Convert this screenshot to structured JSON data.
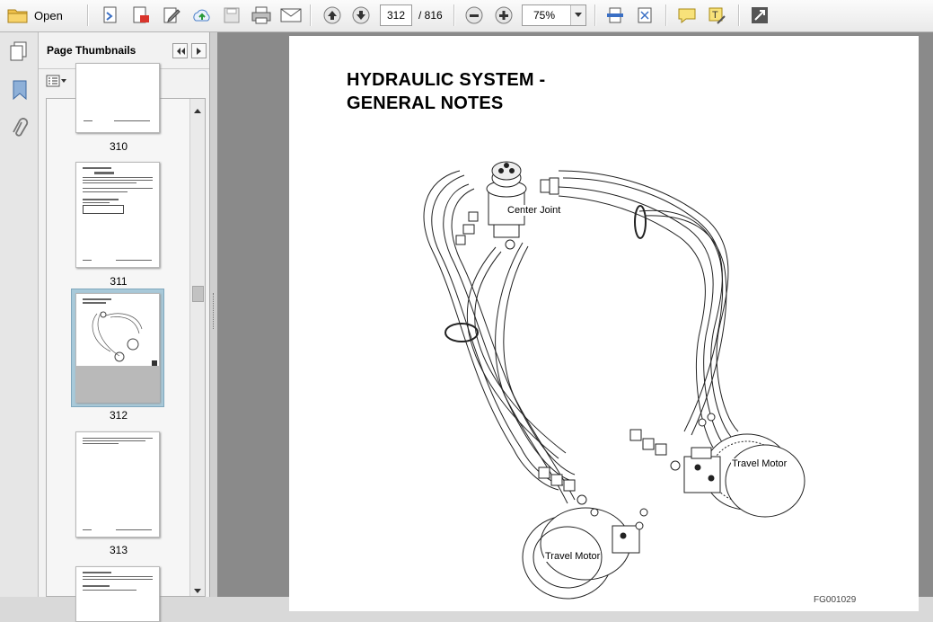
{
  "toolbar": {
    "open_label": "Open",
    "current_page": "312",
    "page_total": "/ 816",
    "zoom_value": "75%"
  },
  "thumbnails_panel": {
    "title": "Page Thumbnails",
    "pages": [
      {
        "label": "310"
      },
      {
        "label": "311"
      },
      {
        "label": "312",
        "selected": true
      },
      {
        "label": "313"
      }
    ]
  },
  "document": {
    "title_line_1": "HYDRAULIC SYSTEM -",
    "title_line_2": "GENERAL NOTES",
    "labels": {
      "center_joint": "Center Joint",
      "travel_motor_right": "Travel Motor",
      "travel_motor_left": "Travel Motor"
    },
    "figure_id": "FG001029"
  },
  "colors": {
    "toolbar_bg": "#efefef",
    "selected_thumb": "#a8c9d9",
    "document_bg": "#8a8a8a"
  }
}
